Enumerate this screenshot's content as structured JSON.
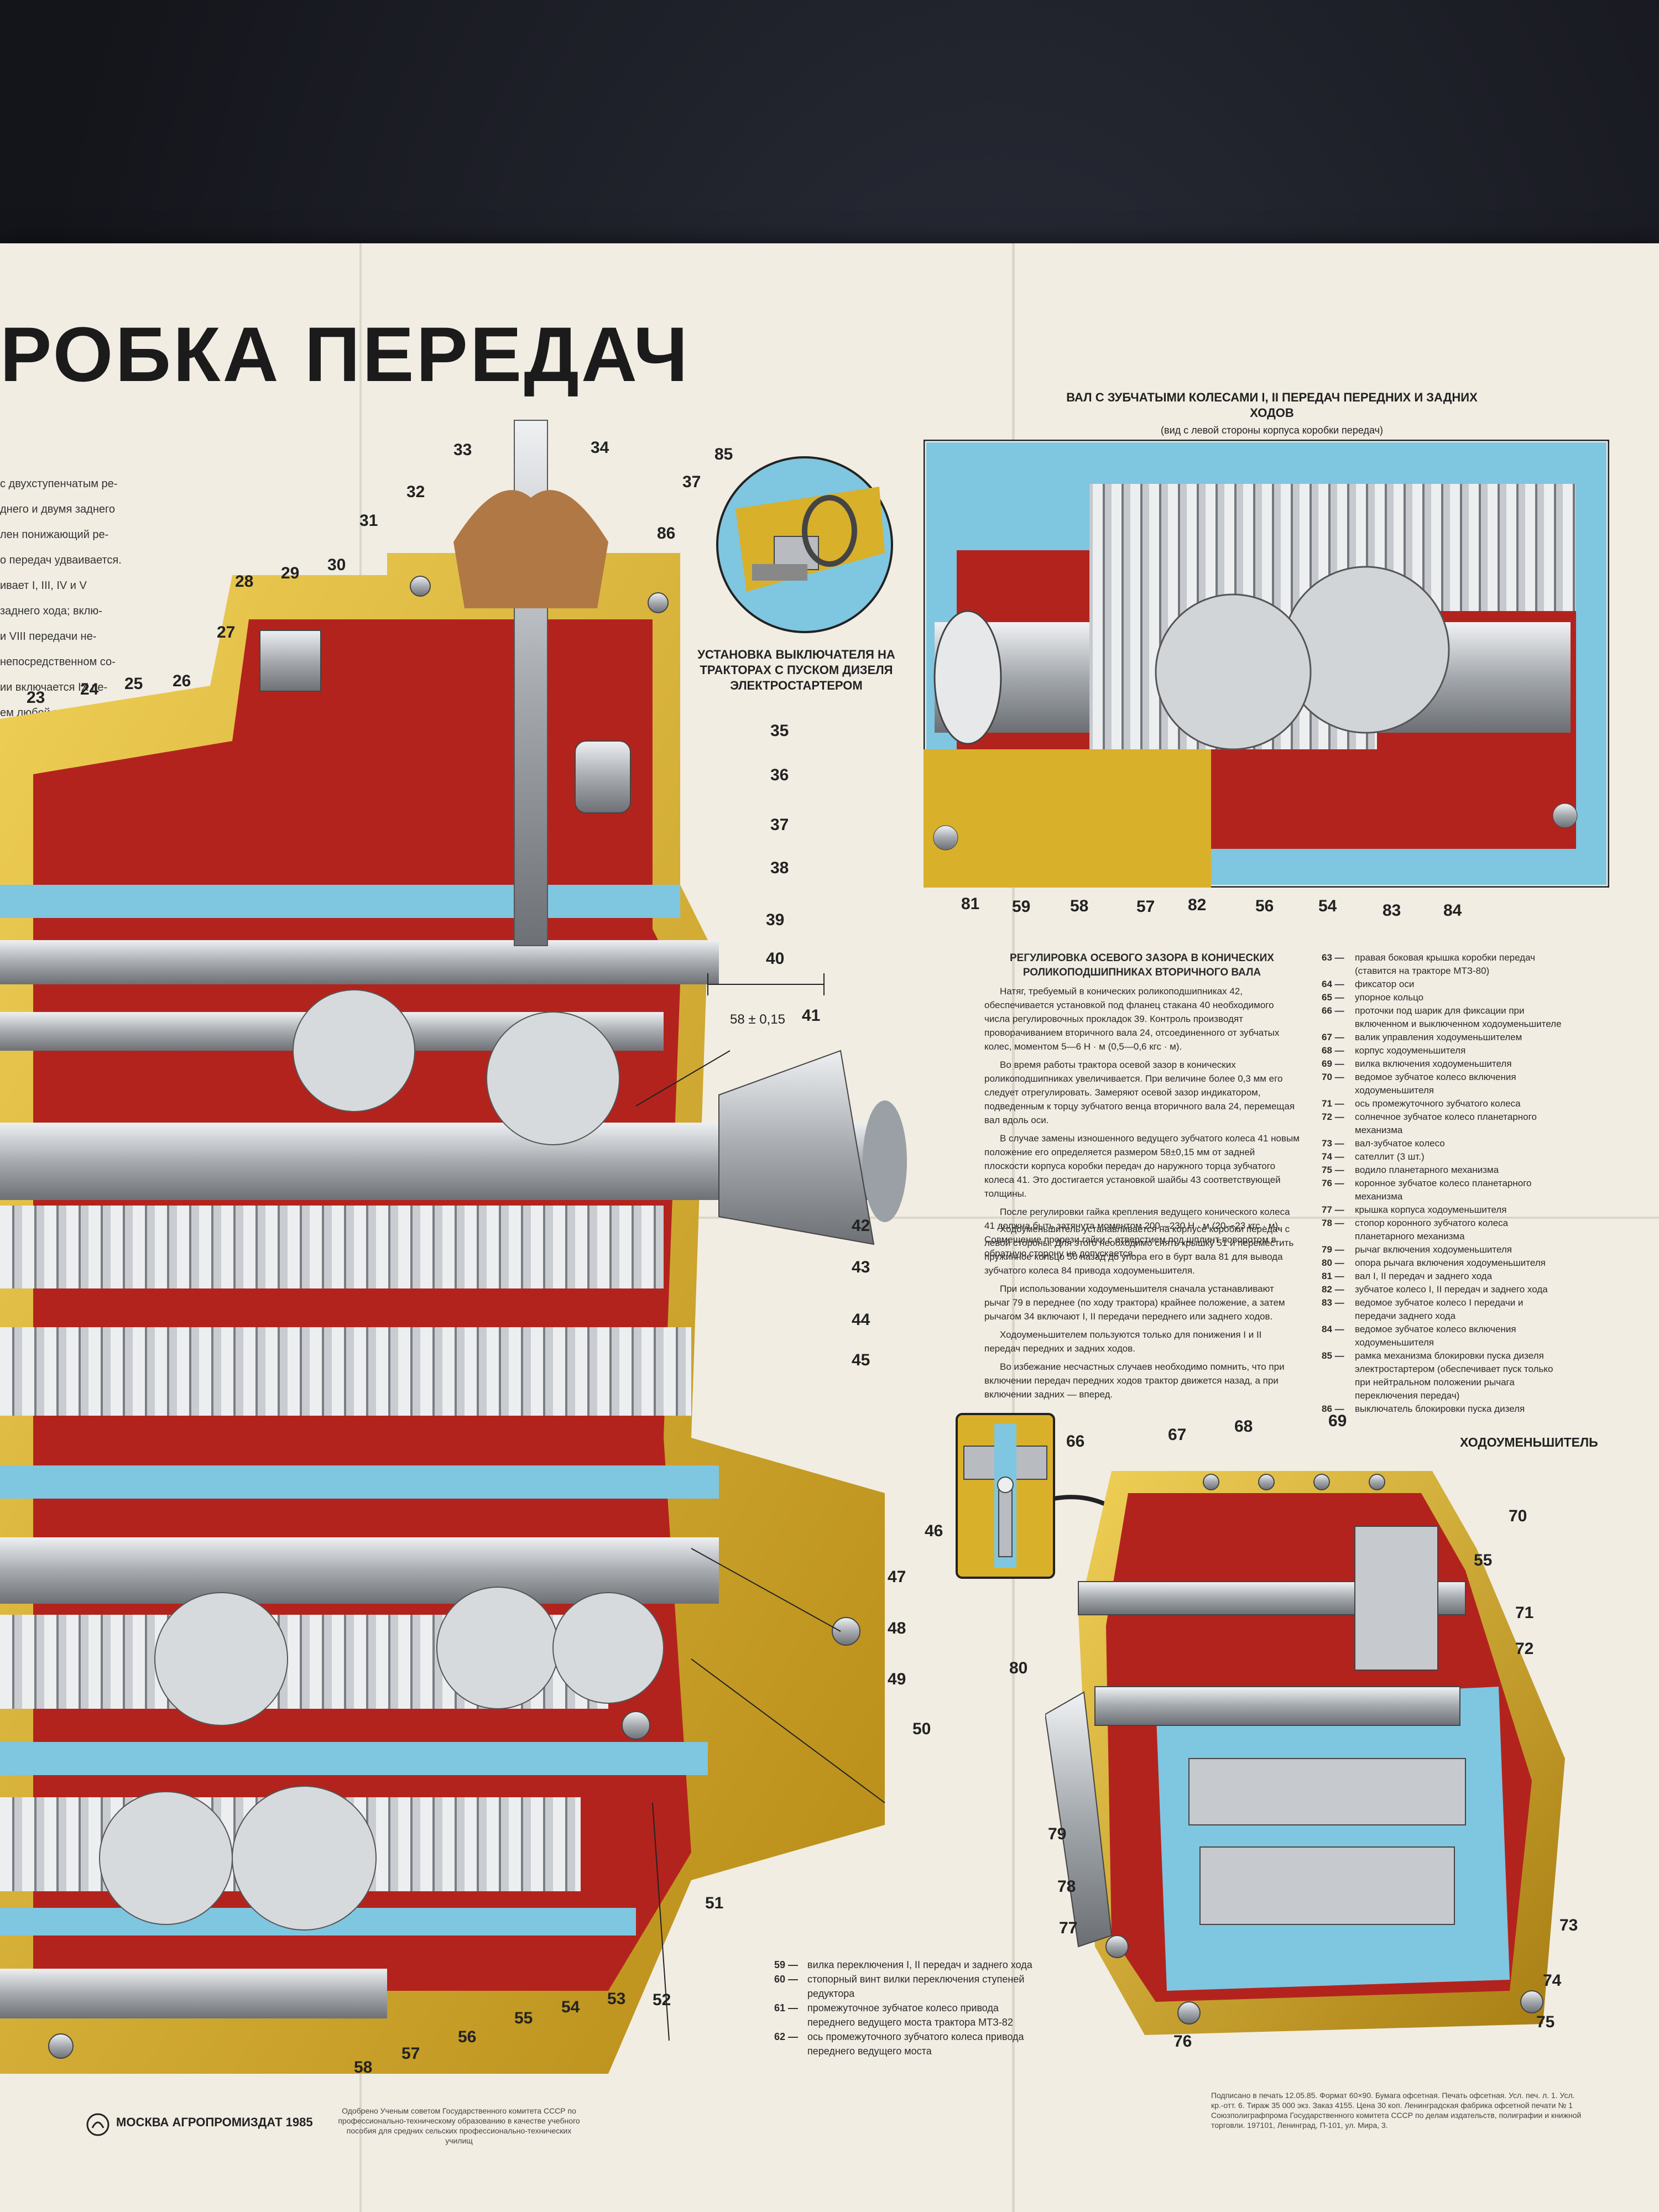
{
  "poster": {
    "title": "РОБКА ПЕРЕДАЧ",
    "intro": [
      "с двухступенчатым ре-",
      "днего и двумя заднего",
      "лен понижающий ре-",
      "о передач удваивается.",
      "ивает I, III, IV и V",
      "заднего хода; вклю-",
      "и VIII передачи не-",
      "непосредственном со-",
      "ии включается IX пе-",
      "ем любой передачи."
    ],
    "inset_caption": "УСТАНОВКА ВЫКЛЮЧАТЕЛЯ НА ТРАКТОРАХ С ПУСКОМ ДИЗЕЛЯ ЭЛЕКТРОСТАРТЕРОМ",
    "shaft_title": "ВАЛ С ЗУБЧАТЫМИ КОЛЕСАМИ I, II ПЕРЕДАЧ ПЕРЕДНИХ И ЗАДНИХ ХОДОВ",
    "shaft_subtitle": "(вид с левой стороны корпуса коробки передач)",
    "reducer_title": "ХОДОУМЕНЬШИТЕЛЬ",
    "dimension_label": "58 ± 0,15",
    "publisher": "МОСКВА АГРОПРОМИЗДАТ 1985"
  },
  "labels": {
    "main": [
      "23",
      "24",
      "25",
      "26",
      "27",
      "28",
      "29",
      "30",
      "31",
      "32",
      "33",
      "34",
      "35",
      "36",
      "37",
      "38",
      "39",
      "40",
      "41",
      "42",
      "43",
      "44",
      "45",
      "46",
      "47",
      "48",
      "49",
      "50",
      "51",
      "52",
      "53",
      "54",
      "55",
      "56",
      "57",
      "58"
    ],
    "inset": [
      "85",
      "37",
      "86"
    ],
    "shaft": [
      "81",
      "59",
      "58",
      "57",
      "82",
      "56",
      "54",
      "83",
      "84"
    ],
    "reducer": [
      "66",
      "67",
      "68",
      "69",
      "70",
      "55",
      "71",
      "72",
      "80",
      "79",
      "78",
      "77",
      "76",
      "75",
      "74",
      "73"
    ]
  },
  "adjustment_text": {
    "title": "РЕГУЛИРОВКА ОСЕВОГО ЗАЗОРА В КОНИЧЕСКИХ РОЛИКОПОДШИПНИКАХ ВТОРИЧНОГО ВАЛА",
    "paragraphs": [
      "Натяг, требуемый в конических роликоподшипниках 42, обеспечивается установкой под фланец стакана 40 необходимого числа регулировочных прокладок 39. Контроль производят проворачиванием вторичного вала 24, отсоединенного от зубчатых колес, моментом 5—6 Н · м (0,5—0,6 кгс · м).",
      "Во время работы трактора осевой зазор в конических роликоподшипниках увеличивается. При величине более 0,3 мм его следует отрегулировать. Замеряют осевой зазор индикатором, подведенным к торцу зубчатого венца вторичного вала 24, перемещая вал вдоль оси.",
      "В случае замены изношенного ведущего зубчатого колеса 41 новым положение его определяется размером 58±0,15 мм от задней плоскости корпуса коробки передач до наружного торца зубчатого колеса 41. Это достигается установкой шайбы 43 соответствующей толщины.",
      "После регулировки гайка крепления ведущего конического колеса 41 должна быть затянута моментом 200—230 Н · м (20—23 кгс · м). Совмещение прорези гайки с отверстием под шплинт поворотом в обратную сторону не допускается."
    ]
  },
  "reducer_text": {
    "paragraphs": [
      "Ходоуменьшитель устанавливается на корпусе коробки передач с левой стороны. Для этого необходимо снять крышку 51 и переместить пружинное кольцо 50 назад до упора его в бурт вала 81 для вывода зубчатого колеса 84 привода ходоуменьшителя.",
      "При использовании ходоуменьшителя сначала устанавливают рычаг 79 в переднее (по ходу трактора) крайнее положение, а затем рычагом 34 включают I, II передачи переднего или заднего ходов.",
      "Ходоуменьшителем пользуются только для понижения I и II передач передних и задних ходов.",
      "Во избежание несчастных случаев необходимо помнить, что при включении передач передних ходов трактор движется назад, а при включении задних — вперед."
    ]
  },
  "legend_right": [
    {
      "n": "63 —",
      "t": "правая боковая крышка коробки передач (ставится на тракторе МТЗ-80)"
    },
    {
      "n": "64 —",
      "t": "фиксатор оси"
    },
    {
      "n": "65 —",
      "t": "упорное кольцо"
    },
    {
      "n": "66 —",
      "t": "проточки под шарик для фиксации при включенном и выключенном ходоуменьшителе"
    },
    {
      "n": "67 —",
      "t": "валик управления ходоуменьшителем"
    },
    {
      "n": "68 —",
      "t": "корпус ходоуменьшителя"
    },
    {
      "n": "69 —",
      "t": "вилка включения ходоуменьшителя"
    },
    {
      "n": "70 —",
      "t": "ведомое зубчатое колесо включения ходоуменьшителя"
    },
    {
      "n": "71 —",
      "t": "ось промежуточного зубчатого колеса"
    },
    {
      "n": "72 —",
      "t": "солнечное зубчатое колесо планетарного механизма"
    },
    {
      "n": "73 —",
      "t": "вал-зубчатое колесо"
    },
    {
      "n": "74 —",
      "t": "сателлит (3 шт.)"
    },
    {
      "n": "75 —",
      "t": "водило планетарного механизма"
    },
    {
      "n": "76 —",
      "t": "коронное зубчатое колесо планетарного механизма"
    },
    {
      "n": "77 —",
      "t": "крышка корпуса ходоуменьшителя"
    },
    {
      "n": "78 —",
      "t": "стопор коронного зубчатого колеса планетарного механизма"
    },
    {
      "n": "79 —",
      "t": "рычаг включения ходоуменьшителя"
    },
    {
      "n": "80 —",
      "t": "опора рычага включения ходоуменьшителя"
    },
    {
      "n": "81 —",
      "t": "вал I, II передач и заднего хода"
    },
    {
      "n": "82 —",
      "t": "зубчатое колесо I, II передач и заднего хода"
    },
    {
      "n": "83 —",
      "t": "ведомое зубчатое колесо I передачи и передачи заднего хода"
    },
    {
      "n": "84 —",
      "t": "ведомое зубчатое колесо включения ходоуменьшителя"
    },
    {
      "n": "85 —",
      "t": "рамка механизма блокировки пуска дизеля электростартером (обеспечивает пуск только при нейтральном положении рычага переключения передач)"
    },
    {
      "n": "86 —",
      "t": "выключатель блокировки пуска дизеля"
    }
  ],
  "legend_bottom": [
    {
      "n": "59 —",
      "t": "вилка переключения I, II передач и заднего хода"
    },
    {
      "n": "60 —",
      "t": "стопорный винт вилки переключения ступеней редуктора"
    },
    {
      "n": "61 —",
      "t": "промежуточное зубчатое колесо привода переднего ведущего моста трактора МТЗ-82"
    },
    {
      "n": "62 —",
      "t": "ось промежуточного зубчатого колеса привода переднего ведущего моста"
    }
  ],
  "footer": {
    "approval": "Одобрено Ученым советом Государственного комитета СССР по профессионально-техническому образованию в качестве учебного пособия для средних сельских профессионально-технических училищ",
    "imprint": "Подписано в печать 12.05.85. Формат 60×90. Бумага офсетная. Печать офсетная. Усл. печ. л. 1. Усл. кр.-отт. 6. Тираж 35 000 экз. Заказ 4155. Цена 30 коп. Ленинградская фабрика офсетной печати № 1 Союзполиграфпрома Государственного комитета СССР по делам издательств, полиграфии и книжной торговли. 197101, Ленинград, П-101, ул. Мира, 3."
  },
  "colors": {
    "yellow": "#d9b02a",
    "red": "#b3231d",
    "blue": "#7fc6e0",
    "steel": "#b8bcc0",
    "paper": "#f1ede3"
  }
}
